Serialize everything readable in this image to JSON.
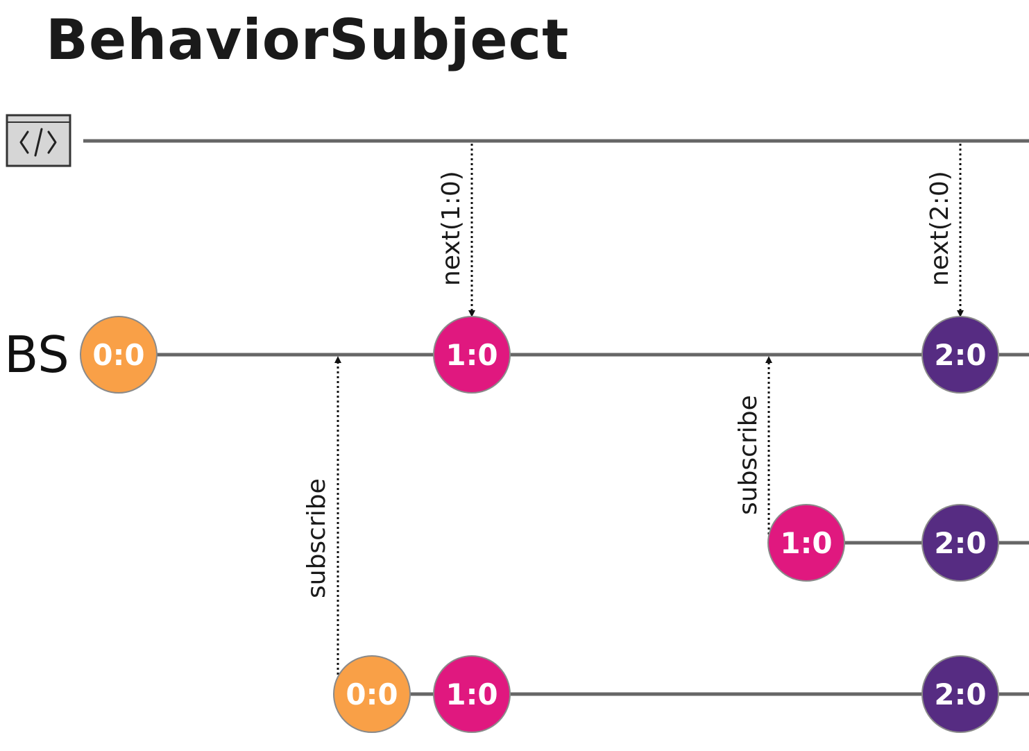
{
  "title": "BehaviorSubject",
  "source_icon": "code-window-icon",
  "subject_label": "BS",
  "colors": {
    "value_0_0": "#f9a047",
    "value_1_0": "#e0187f",
    "value_2_0": "#562c82",
    "timeline": "#666666"
  },
  "events": {
    "next_1": "next(1:0)",
    "next_2": "next(2:0)",
    "subscribe_1": "subscribe",
    "subscribe_2": "subscribe"
  },
  "bs_row": {
    "values": [
      "0:0",
      "1:0",
      "2:0"
    ]
  },
  "subscriber_2_row": {
    "values": [
      "1:0",
      "2:0"
    ]
  },
  "subscriber_1_row": {
    "values": [
      "0:0",
      "1:0",
      "2:0"
    ]
  }
}
